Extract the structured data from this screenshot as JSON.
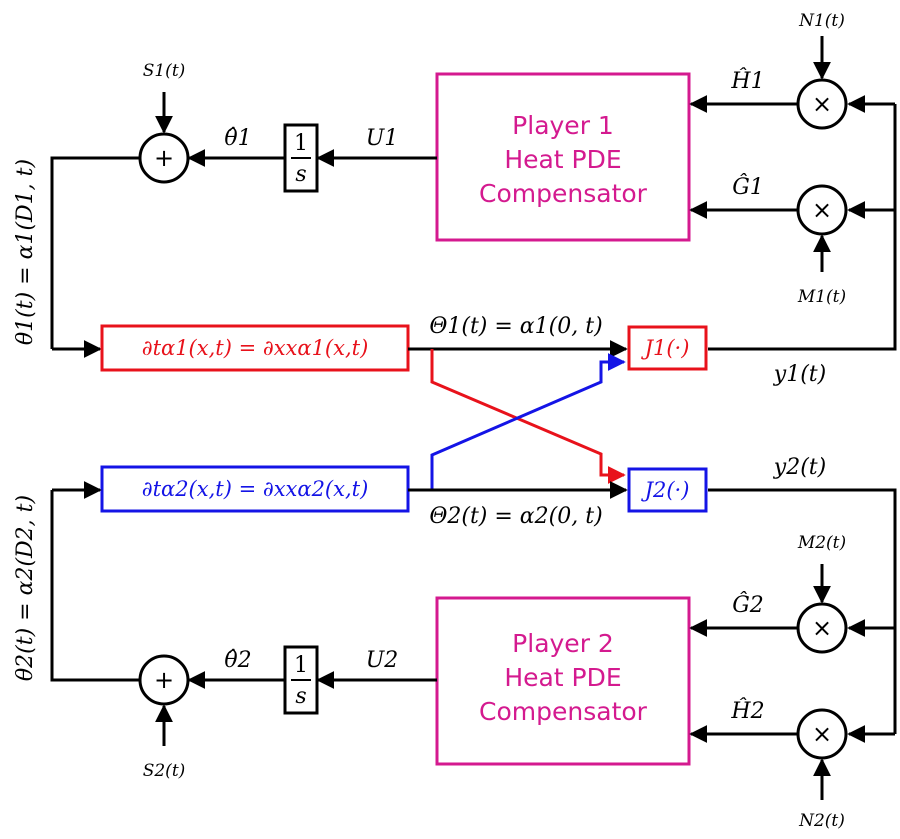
{
  "player1": {
    "title": "Player 1",
    "line2": "Heat PDE",
    "line3": "Compensator",
    "color": "#d41a8f"
  },
  "player2": {
    "title": "Player 2",
    "line2": "Heat PDE",
    "line3": "Compensator",
    "color": "#d41a8f"
  },
  "integrator": {
    "num": "1",
    "den": "s"
  },
  "sum_symbol": "+",
  "mult_symbol": "×",
  "pde1": {
    "text": "∂tα1(x,t) = ∂xxα1(x,t)",
    "color": "#e8121b"
  },
  "pde2": {
    "text": "∂tα2(x,t) = ∂xxα2(x,t)",
    "color": "#1414e6"
  },
  "J1": {
    "text": "J1(·)",
    "color": "#e8121b"
  },
  "J2": {
    "text": "J2(·)",
    "color": "#1414e6"
  },
  "signals": {
    "S1": "S1(t)",
    "S2": "S2(t)",
    "N1": "N1(t)",
    "N2": "N2(t)",
    "M1": "M1(t)",
    "M2": "M2(t)",
    "H1": "Ĥ1",
    "H2": "Ĥ2",
    "G1": "Ĝ1",
    "G2": "Ĝ2",
    "U1": "U1",
    "U2": "U2",
    "theta_hat1": "θ̂1",
    "theta_hat2": "θ̂2",
    "Theta1": "Θ1(t) = α1(0, t)",
    "Theta2": "Θ2(t) = α2(0, t)",
    "y1": "y1(t)",
    "y2": "y2(t)",
    "theta1": "θ1(t) = α1(D1, t)",
    "theta2": "θ2(t) = α2(D2, t)"
  }
}
